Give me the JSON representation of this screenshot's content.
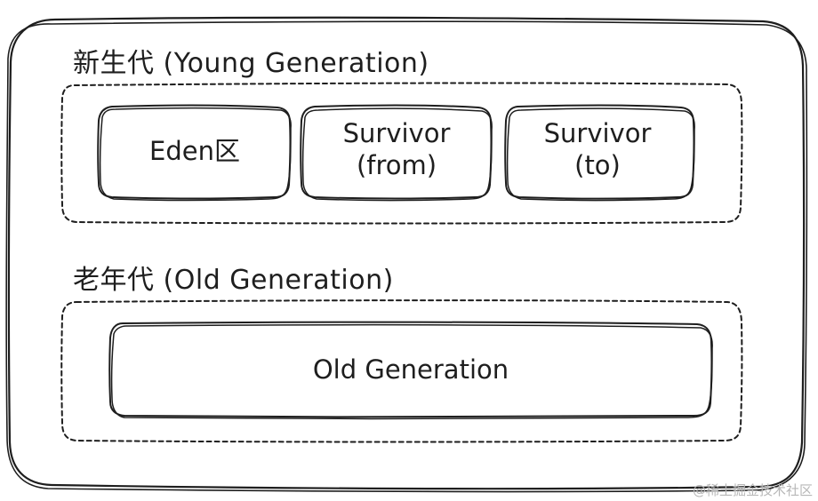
{
  "young": {
    "title": "新生代 (Young Generation)",
    "eden_label": "Eden区",
    "survivor_from_line1": "Survivor",
    "survivor_from_line2": "(from)",
    "survivor_to_line1": "Survivor",
    "survivor_to_line2": "(to)"
  },
  "old": {
    "title": "老年代 (Old Generation)",
    "box_label": "Old Generation"
  },
  "watermark": "@稀土掘金技术社区",
  "colors": {
    "stroke": "#1e1e1e",
    "background": "#ffffff",
    "watermark": "#b7b7b7"
  }
}
